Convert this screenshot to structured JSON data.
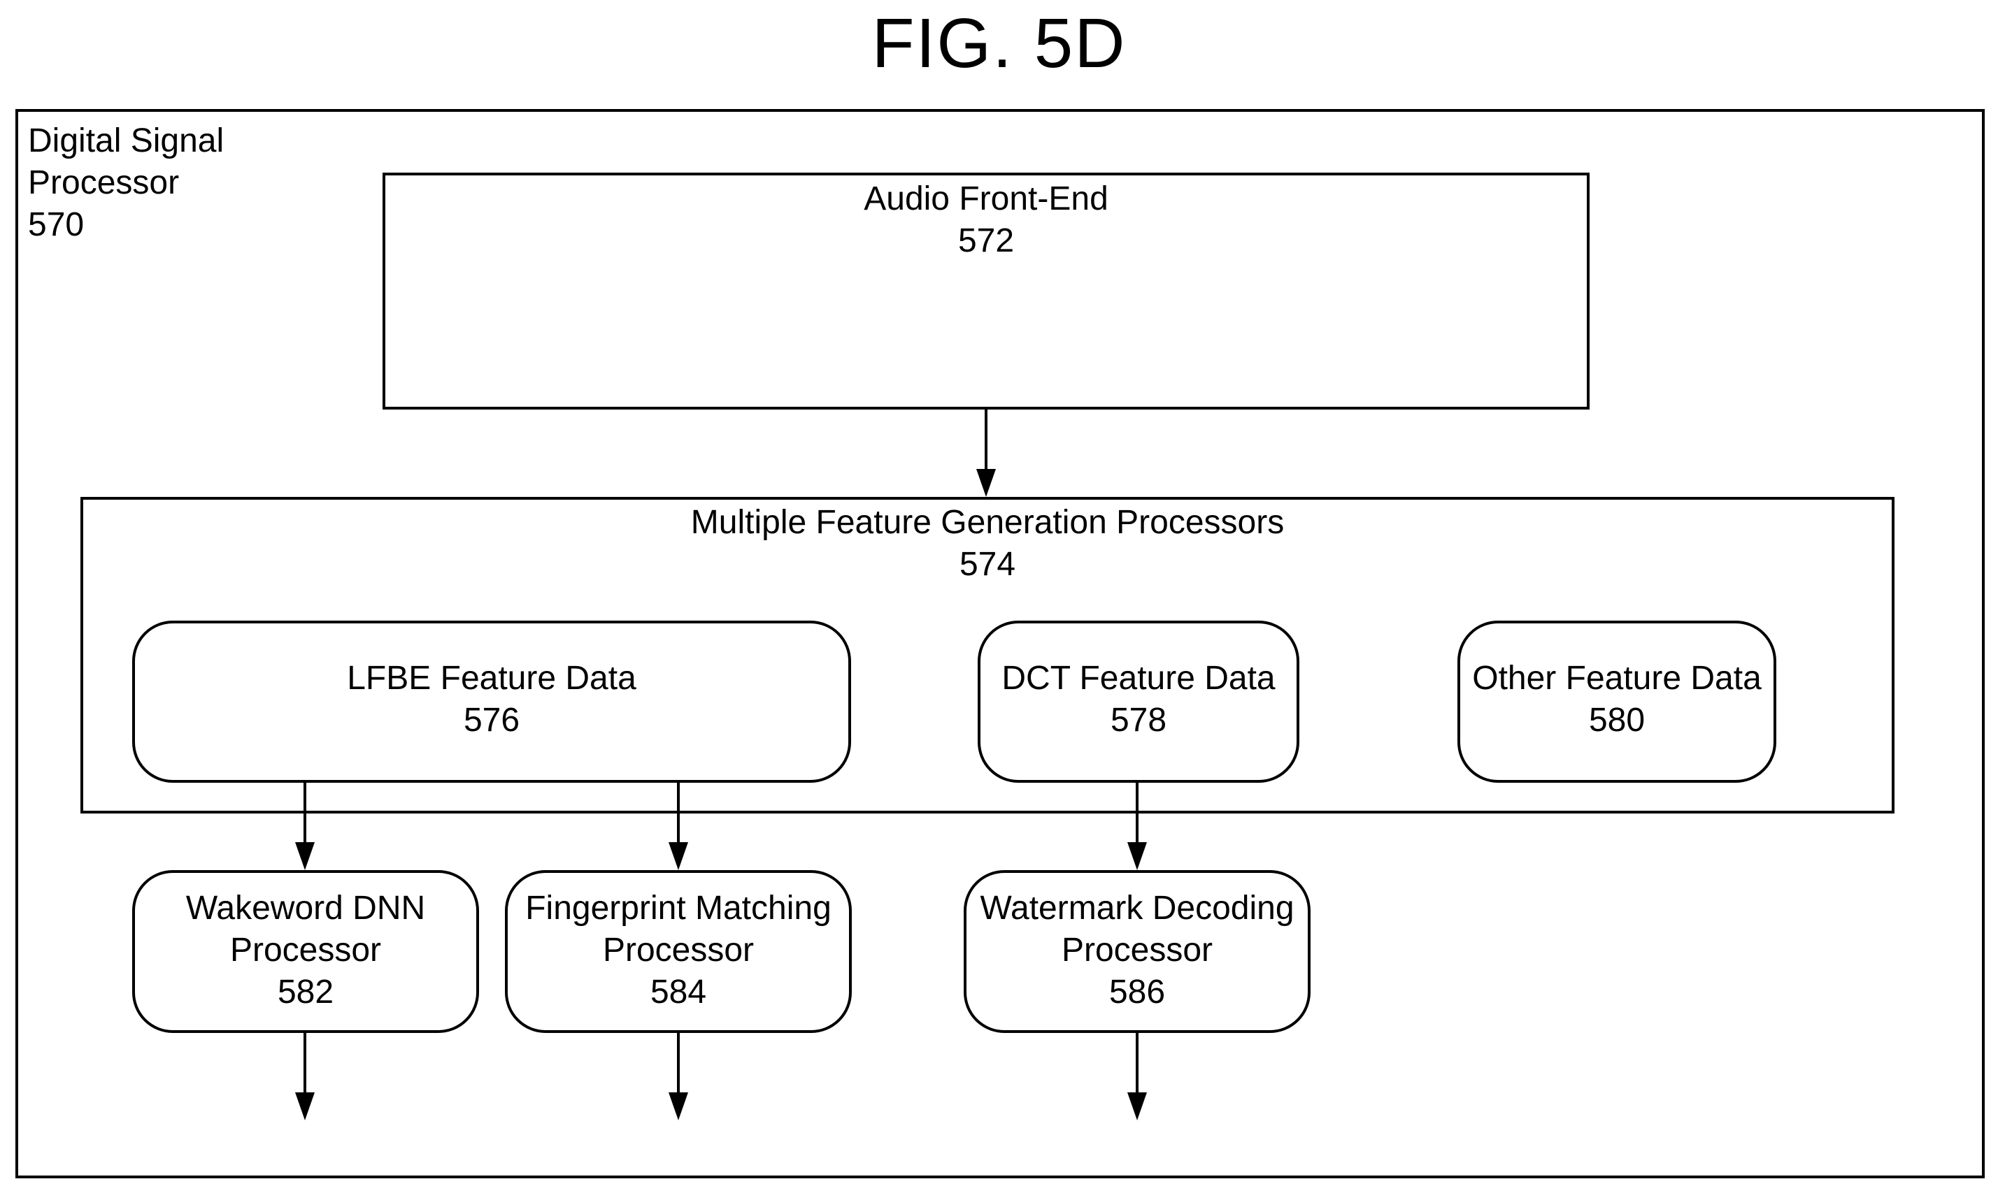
{
  "figure": {
    "title": "FIG. 5D"
  },
  "dsp": {
    "label_line1": "Digital Signal",
    "label_line2": "Processor",
    "number": "570"
  },
  "audio_front_end": {
    "label": "Audio Front-End",
    "number": "572"
  },
  "feature_generation": {
    "label": "Multiple Feature Generation Processors",
    "number": "574"
  },
  "features": {
    "lfbe": {
      "label": "LFBE Feature Data",
      "number": "576"
    },
    "dct": {
      "label": "DCT Feature Data",
      "number": "578"
    },
    "other": {
      "label": "Other Feature Data",
      "number": "580"
    }
  },
  "processors": {
    "wakeword": {
      "line1": "Wakeword DNN",
      "line2": "Processor",
      "number": "582"
    },
    "fingerprint": {
      "line1": "Fingerprint Matching",
      "line2": "Processor",
      "number": "584"
    },
    "watermark": {
      "line1": "Watermark Decoding",
      "line2": "Processor",
      "number": "586"
    }
  }
}
